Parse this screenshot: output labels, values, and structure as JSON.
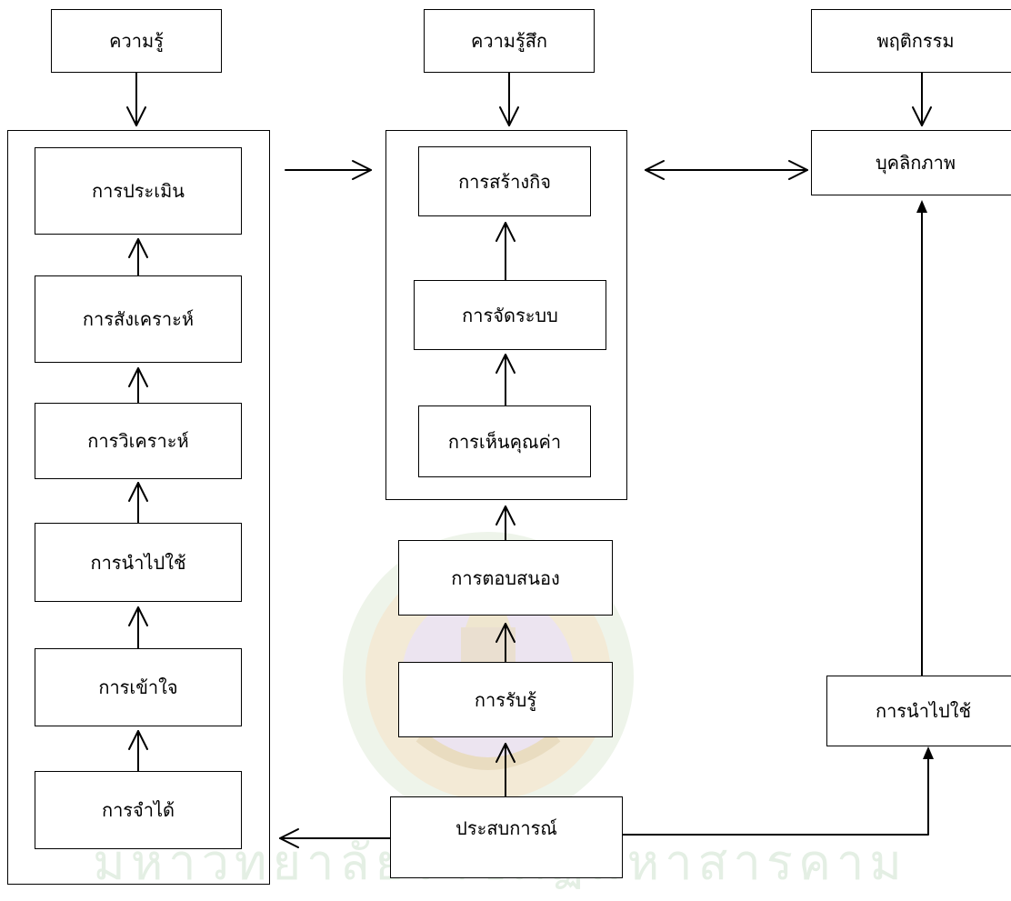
{
  "headers": {
    "knowledge": "ความรู้",
    "feeling": "ความรู้สึก",
    "behavior": "พฤติกรรม"
  },
  "cognitive": {
    "evaluation": "การประเมิน",
    "synthesis": "การสังเคราะห์",
    "analysis": "การวิเคราะห์",
    "application": "การนำไปใช้",
    "comprehension": "การเข้าใจ",
    "recall": "การจำได้"
  },
  "affective": {
    "characterization": "การสร้างกิจ",
    "organization": "การจัดระบบ",
    "valuing": "การเห็นคุณค่า",
    "responding": "การตอบสนอง",
    "receiving": "การรับรู้",
    "experience": "ประสบการณ์"
  },
  "behavioral": {
    "personality": "บุคลิกภาพ",
    "application": "การนำไปใช้"
  },
  "watermark": {
    "text": "มหาวิทยาลัยราชภัฏมหาสารคาม",
    "colors": {
      "ring": "#dcebd0",
      "outer": "#e7d7b0",
      "inner": "#d8c8e0"
    }
  },
  "colors": {
    "line": "#000000",
    "background": "#ffffff"
  }
}
